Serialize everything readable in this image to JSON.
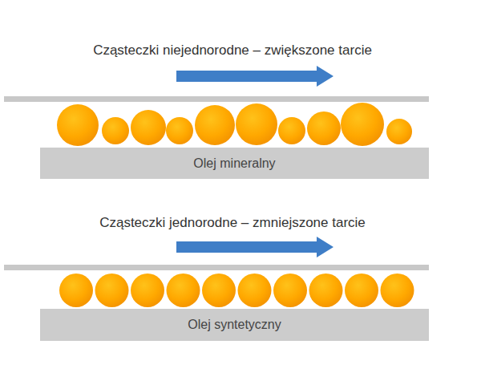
{
  "diagram": {
    "nodes": [
      {
        "text": [
          "Olej mineralny"
        ]
      },
      {
        "text": [
          "Olej syntetyczny"
        ]
      }
    ],
    "labels": [
      "Cząsteczki niejednorodne – zwiększone tarcie",
      "Cząsteczki jednorodne – zmniejszone tarcie"
    ]
  }
}
